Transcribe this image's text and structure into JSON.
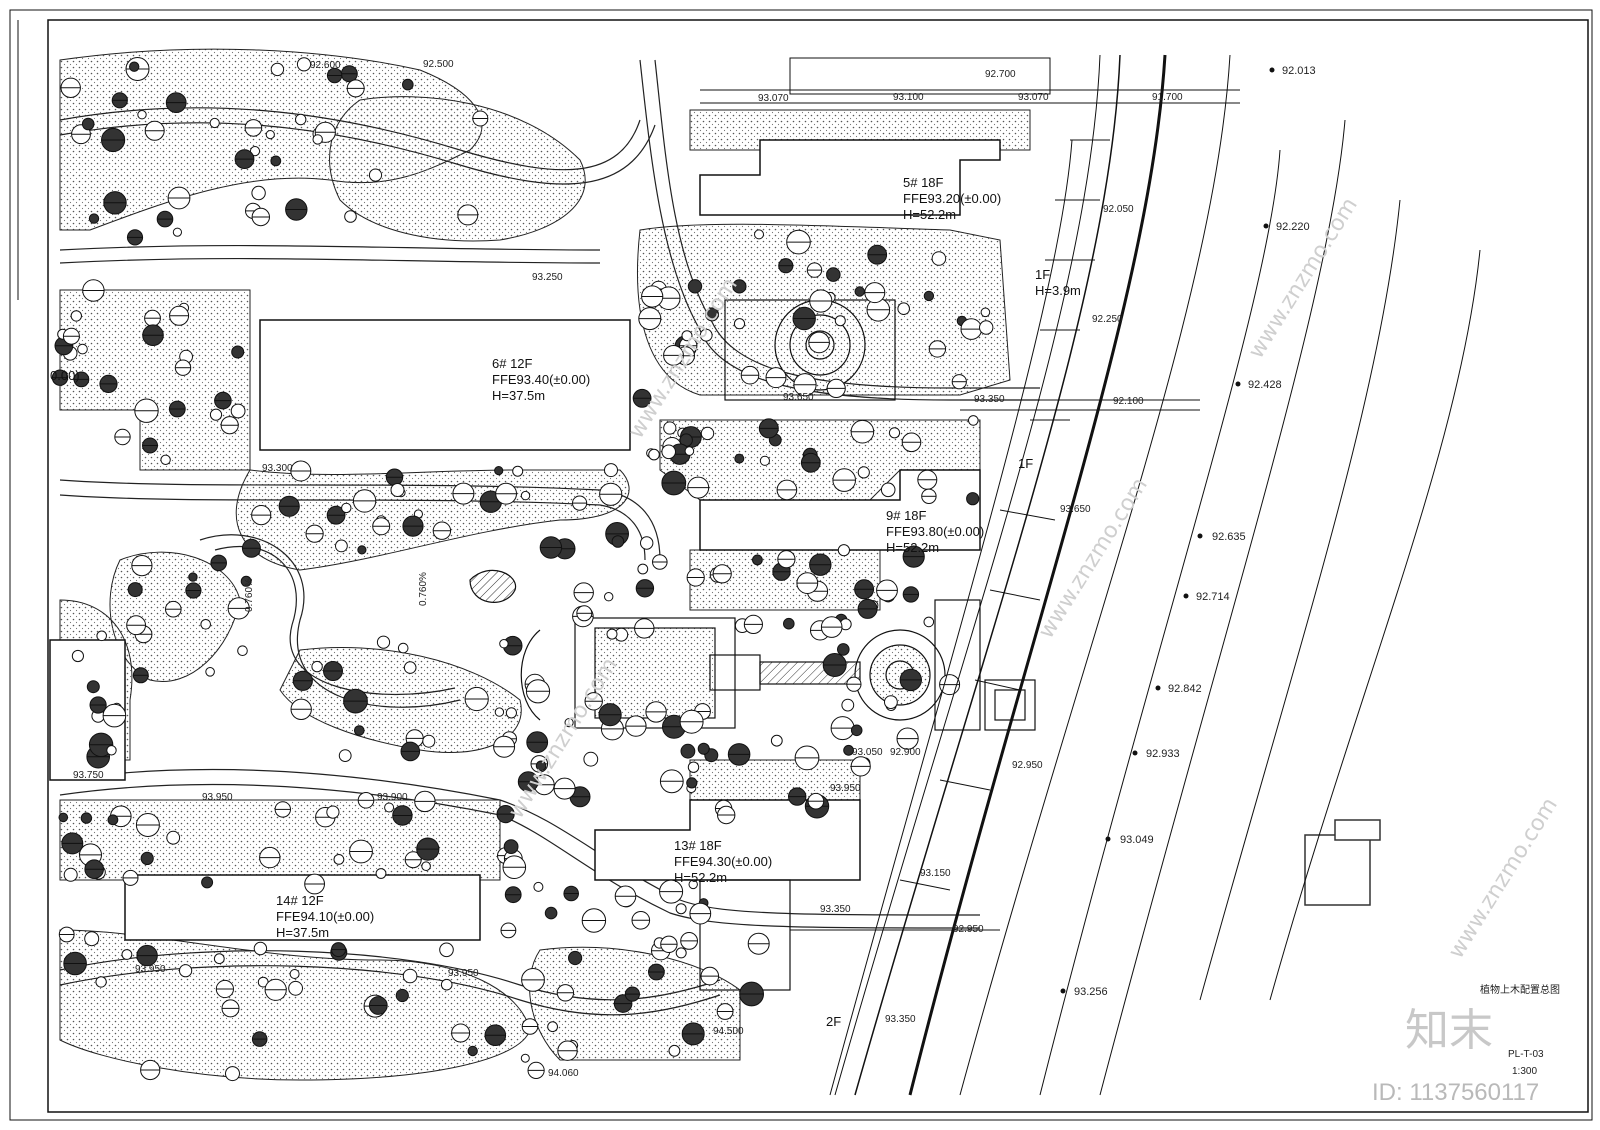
{
  "buildings": [
    {
      "id": "b5",
      "lines": [
        "5#  18F",
        "FFE93.20(±0.00)",
        "H=52.2m"
      ]
    },
    {
      "id": "b6",
      "lines": [
        "6#  12F",
        "FFE93.40(±0.00)",
        "H=37.5m"
      ]
    },
    {
      "id": "b9",
      "lines": [
        "9#  18F",
        "FFE93.80(±0.00)",
        "H=52.2m"
      ]
    },
    {
      "id": "b13",
      "lines": [
        "13#  18F",
        "FFE94.30(±0.00)",
        "H=52.2m"
      ]
    },
    {
      "id": "b14",
      "lines": [
        "14#  12F",
        "FFE94.10(±0.00)",
        "H=37.5m"
      ]
    }
  ],
  "annex_1f_top": [
    "1F",
    "H=3.9m"
  ],
  "annex_1f_mid": "1F",
  "annex_2f": "2F",
  "partial_left_label": "0.00)",
  "road_elevations": [
    "92.013",
    "92.220",
    "92.428",
    "92.635",
    "92.714",
    "92.842",
    "92.933",
    "93.049",
    "93.256"
  ],
  "spot_elevations": [
    "92.600",
    "92.500",
    "93.070",
    "93.100",
    "93.070",
    "92.700",
    "91.700",
    "92.050",
    "92.250",
    "93.250",
    "93.650",
    "93.350",
    "92.100",
    "93.300",
    "93.650",
    "93.750",
    "93.950",
    "93.900",
    "93.050",
    "92.900",
    "93.950",
    "92.950",
    "93.150",
    "93.350",
    "92.950",
    "93.950",
    "93.950",
    "94.500",
    "94.060",
    "93.350"
  ],
  "slope_labels": [
    "0.760%",
    "0.760%"
  ],
  "title_block": {
    "drawing_name": "植物上木配置总图",
    "drawing_no": "PL-T-03",
    "scale": "1:300"
  },
  "watermark": {
    "brand": "知末",
    "id": "ID: 1137560117",
    "site": "www.znzmo.com"
  }
}
